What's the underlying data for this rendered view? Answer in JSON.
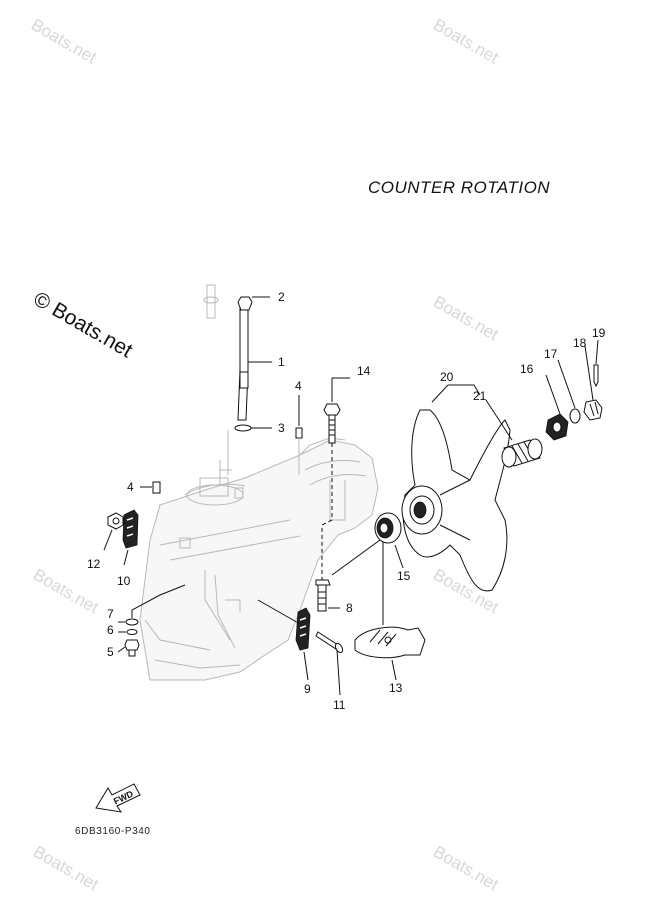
{
  "title": "COUNTER  ROTATION",
  "watermark_small": "Boats.net",
  "watermark_large": "© Boats.net",
  "fwd_label": "FWD",
  "diagram_code": "6DB3160-P340",
  "callouts": {
    "c1": "1",
    "c2": "2",
    "c3": "3",
    "c4a": "4",
    "c4b": "4",
    "c5": "5",
    "c6": "6",
    "c7": "7",
    "c8": "8",
    "c9": "9",
    "c10": "10",
    "c11": "11",
    "c12": "12",
    "c13": "13",
    "c14": "14",
    "c15": "15",
    "c16": "16",
    "c17": "17",
    "c18": "18",
    "c19": "19",
    "c20": "20",
    "c21": "21"
  }
}
